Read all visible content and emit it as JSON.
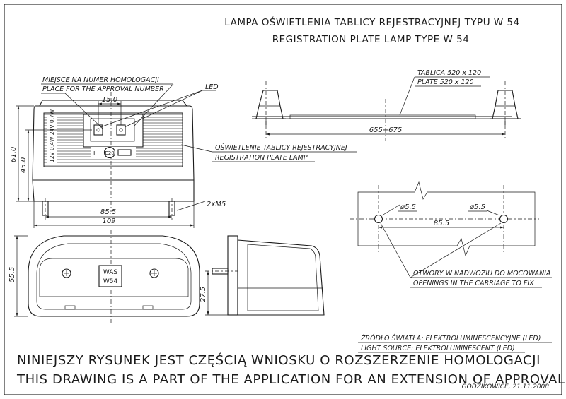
{
  "title": {
    "pl": "LAMPA OŚWIETLENIA TABLICY REJESTRACYJNEJ TYPU W 54",
    "en": "REGISTRATION PLATE LAMP TYPE W 54"
  },
  "front_view": {
    "approval_place_pl": "MIEJSCE NA NUMER HOMOLOGACJI",
    "approval_place_en": "PLACE FOR THE APPROVAL NUMBER",
    "led_label": "LED",
    "dim_15": "15.0",
    "dim_61": "61.0",
    "dim_45": "45.0",
    "dim_85_5": "85.5",
    "dim_109": "109",
    "rating_text": "12V 0,4W 24V 0,7W",
    "lamp_marking_l": "L",
    "lamp_marking_e": "E20",
    "plate_lighting_pl": "OŚWIETLENIE TABLICY REJESTRACYJNEJ",
    "plate_lighting_en": "REGISTRATION PLATE LAMP",
    "screw_label": "2xM5"
  },
  "bottom_view": {
    "dim_55_5": "55.5",
    "badge_line1": "WAS",
    "badge_line2": "W54"
  },
  "side_view": {
    "dim_27_5": "27.5"
  },
  "plate_view": {
    "plate_pl": "TABLICA 520 x 120",
    "plate_en": "PLATE 520 x 120",
    "dim_span": "655÷675"
  },
  "mounting_view": {
    "hole_left": "ø5.5",
    "hole_right": "ø5.5",
    "dim_85_5": "85.5",
    "openings_pl": "OTWORY W NADWOZIU DO MOCOWANIA",
    "openings_en": "OPENINGS IN THE CARRIAGE TO FIX"
  },
  "light_source": {
    "pl": "ŹRÓDŁO ŚWIATŁA: ELEKTROLUMINESCENCYJNE (LED)",
    "en": "LIGHT SOURCE: ELEKTROLUMINESCENT (LED)"
  },
  "note": {
    "pl": "NINIEJSZY RYSUNEK JEST CZĘŚCIĄ WNIOSKU O ROZSZERZENIE HOMOLOGACJI",
    "en": "THIS DRAWING IS A PART OF THE APPLICATION FOR AN EXTENSION OF APPROVAL"
  },
  "signature": "GODZIKOWICE, 21.11.2008"
}
